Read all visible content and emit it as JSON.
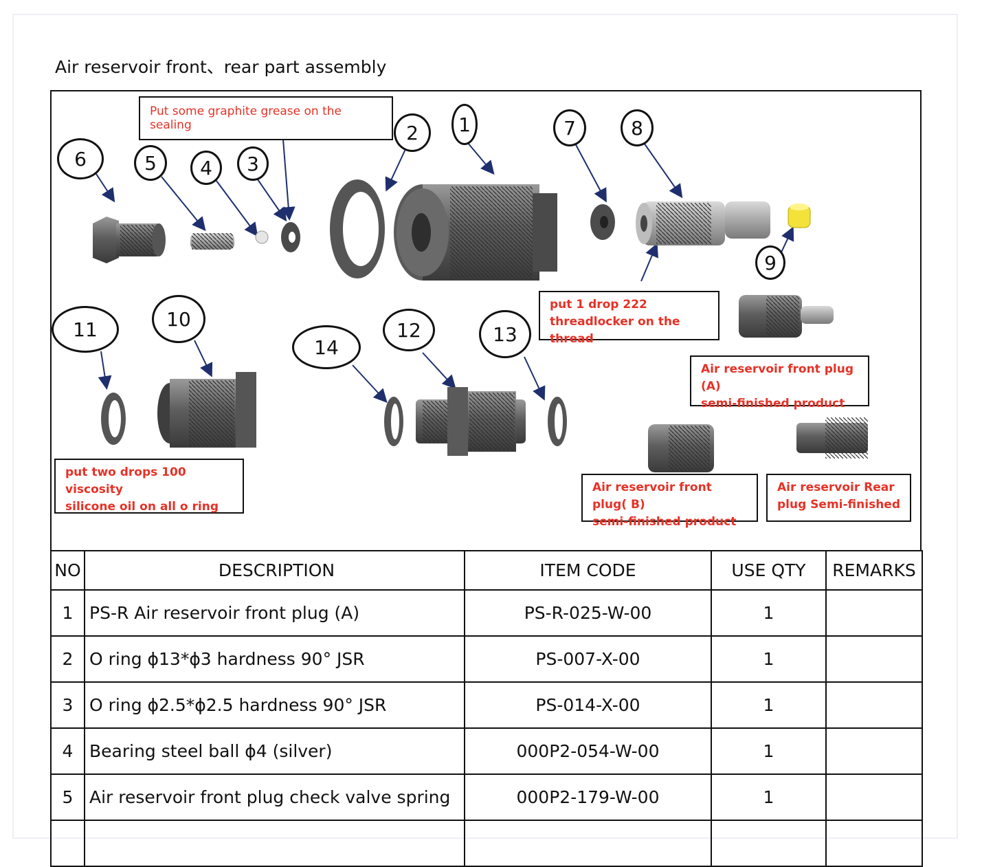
{
  "title": "Air reservoir front、rear part assembly",
  "notes": {
    "grease": "Put some graphite grease on the sealing",
    "threadlocker": [
      "put 1 drop 222",
      "threadlocker on the thread"
    ],
    "silicone": [
      "put two drops 100 viscosity",
      "silicone oil on all o ring"
    ],
    "front_plug_a": [
      "Air reservoir front plug (A)",
      "semi-finished product"
    ],
    "front_plug_b": [
      "Air reservoir front plug( B)",
      "semi-finished product"
    ],
    "rear_plug": [
      "Air reservoir Rear",
      "plug Semi-finished"
    ]
  },
  "callouts": [
    "1",
    "2",
    "3",
    "4",
    "5",
    "6",
    "7",
    "8",
    "9",
    "10",
    "11",
    "12",
    "13",
    "14"
  ],
  "table": {
    "headers": [
      "NO",
      "DESCRIPTION",
      "ITEM CODE",
      "USE QTY",
      "REMARKS"
    ],
    "rows": [
      {
        "no": "1",
        "desc": "PS-R Air reservoir front plug (A)",
        "code": "PS-R-025-W-00",
        "qty": "1",
        "remarks": ""
      },
      {
        "no": "2",
        "desc": "O ring  ϕ13*ϕ3    hardness 90° JSR",
        "code": "PS-007-X-00",
        "qty": "1",
        "remarks": ""
      },
      {
        "no": "3",
        "desc": "O ring  ϕ2.5*ϕ2.5  hardness 90° JSR",
        "code": "PS-014-X-00",
        "qty": "1",
        "remarks": ""
      },
      {
        "no": "4",
        "desc": "Bearing steel ball  ϕ4 (silver)",
        "code": "000P2-054-W-00",
        "qty": "1",
        "remarks": ""
      },
      {
        "no": "5",
        "desc": "Air reservoir front plug check valve spring",
        "code": "000P2-179-W-00",
        "qty": "1",
        "remarks": ""
      },
      {
        "no": "",
        "desc": "",
        "code": "",
        "qty": "",
        "remarks": ""
      }
    ]
  },
  "colors": {
    "note_red": "#e53227",
    "arrow": "#1f2f6e",
    "part_gray": "#6b6b6b",
    "cap_yellow": "#f2e23a"
  }
}
